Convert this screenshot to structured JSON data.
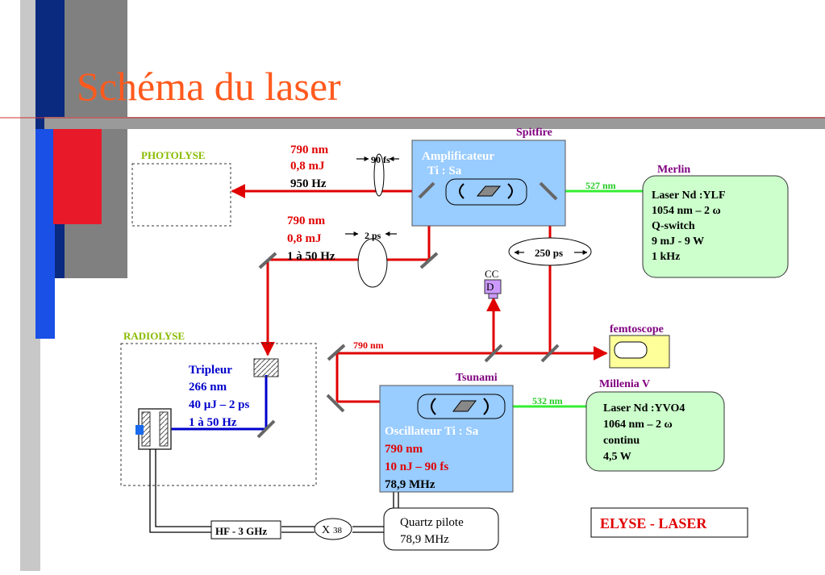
{
  "title": "Schéma du laser",
  "labels": {
    "photolyse": "PHOTOLYSE",
    "radiolyse": "RADIOLYSE",
    "spitfire": "Spitfire",
    "merlin": "Merlin",
    "tsunami": "Tsunami",
    "millenia": "Millenia V",
    "femtoscope": "femtoscope",
    "ccd_1": "CC",
    "ccd_2": "D",
    "beam_527": "527 nm",
    "beam_532": "532 nm",
    "beam_790": "790 nm",
    "ps250": "250 ps",
    "fs90": "90 fs",
    "ps2": "2 ps"
  },
  "amplificateur": {
    "line1": "Amplificateur",
    "line2": "Ti : Sa"
  },
  "output1": {
    "wl": "790 nm",
    "energy": "0,8 mJ",
    "rate": "950 Hz"
  },
  "output2": {
    "wl": "790 nm",
    "energy": "0,8 mJ",
    "rate": "1 à 50 Hz"
  },
  "merlin_specs": [
    "Laser Nd :YLF",
    "1054 nm – 2 ω",
    "Q-switch",
    "9 mJ - 9 W",
    "1 kHz"
  ],
  "millenia_specs": [
    "Laser Nd :YVO4",
    "1064 nm – 2 ω",
    "continu",
    "4,5 W"
  ],
  "tripleur": [
    "Tripleur",
    "266 nm",
    "40 µJ – 2 ps",
    "1 à 50 Hz"
  ],
  "oscillateur": {
    "name": "Oscillateur Ti : Sa",
    "wl": "790 nm",
    "energy": "10 nJ – 90 fs",
    "rate": "78,9 MHz"
  },
  "hf": "HF - 3 GHz",
  "x38": {
    "x": "X",
    "n": "38"
  },
  "quartz": {
    "line1": "Quartz pilote",
    "line2": "78,9 MHz"
  },
  "elyse": "ELYSE - LASER",
  "colors": {
    "title": "#ff5a1e",
    "red_beam": "#e00000",
    "green_beam": "#33ee33",
    "blue_beam": "#0000cc",
    "box_blue": "#99ccff",
    "box_green": "#ccffcc",
    "box_yellow": "#ffff99"
  }
}
